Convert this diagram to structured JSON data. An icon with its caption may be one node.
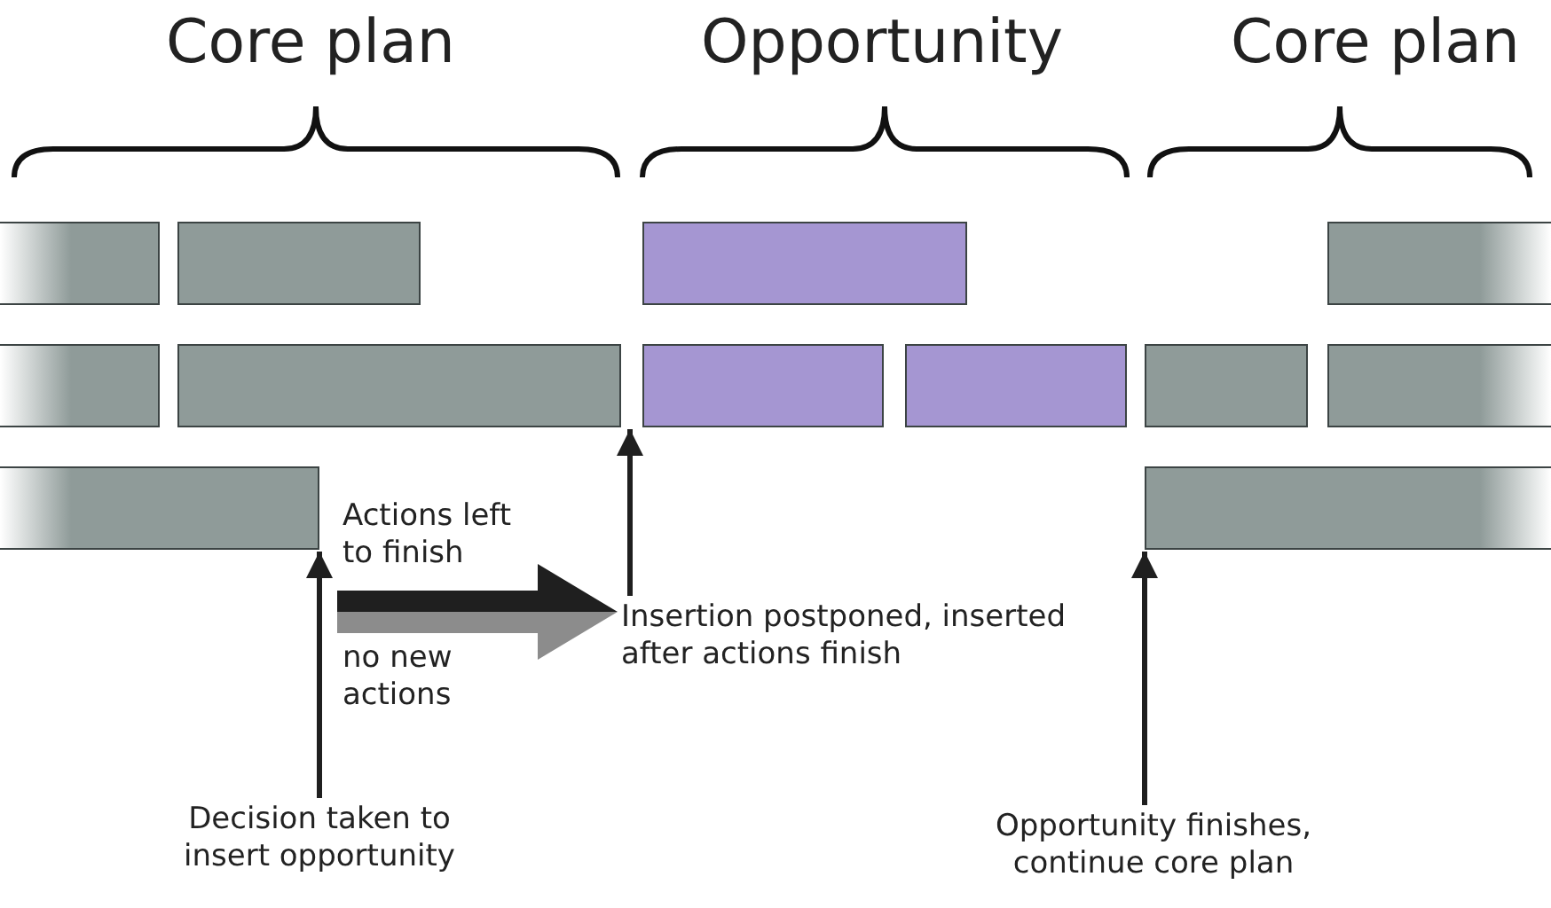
{
  "diagram": {
    "nodes": [
      {
        "text": [],
        "shape": "bar"
      },
      {
        "text": [],
        "shape": "bar"
      },
      {
        "text": [],
        "shape": "bar"
      },
      {
        "text": [],
        "shape": "bar"
      },
      {
        "text": [],
        "shape": "bar"
      },
      {
        "text": [],
        "shape": "bar"
      },
      {
        "text": [],
        "shape": "bar"
      },
      {
        "text": [],
        "shape": "bar"
      },
      {
        "text": [],
        "shape": "bar"
      },
      {
        "text": [],
        "shape": "bar"
      },
      {
        "text": [],
        "shape": "bar"
      },
      {
        "text": [],
        "shape": "bar"
      },
      {
        "text": [
          "Insertion postponed, inserted after actions finish"
        ]
      },
      {
        "text": [
          "Decision taken to insert opportunity"
        ]
      },
      {
        "text": [
          "Opportunity finishes, continue core plan"
        ]
      }
    ],
    "edges": [
      {
        "from": 10,
        "to": 12,
        "arrow": "to",
        "label": "Actions left to finish",
        "style": "thick"
      },
      {
        "from": 10,
        "to": 12,
        "arrow": "to",
        "label": "no new actions",
        "style": "thick",
        "color": "#8c8c8c"
      },
      {
        "from": 12,
        "to": 5,
        "arrow": "to"
      },
      {
        "from": 13,
        "to": 10,
        "arrow": "to"
      },
      {
        "from": 14,
        "to": 11,
        "arrow": "to"
      }
    ],
    "labels": [
      "Core plan",
      "Opportunity",
      "Core plan"
    ]
  }
}
